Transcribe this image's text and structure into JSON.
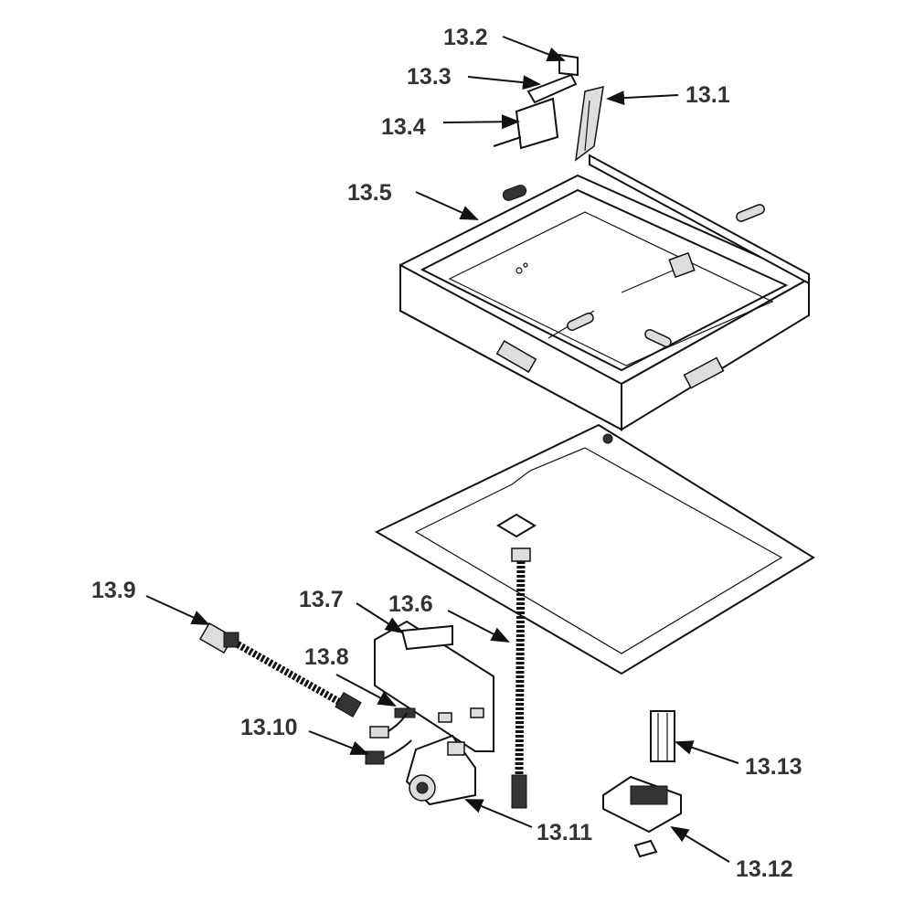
{
  "diagram": {
    "labels": {
      "p13_1": "13.1",
      "p13_2": "13.2",
      "p13_3": "13.3",
      "p13_4": "13.4",
      "p13_5": "13.5",
      "p13_6": "13.6",
      "p13_7": "13.7",
      "p13_8": "13.8",
      "p13_9": "13.9",
      "p13_10": "13.10",
      "p13_11": "13.11",
      "p13_12": "13.12",
      "p13_13": "13.13"
    }
  }
}
